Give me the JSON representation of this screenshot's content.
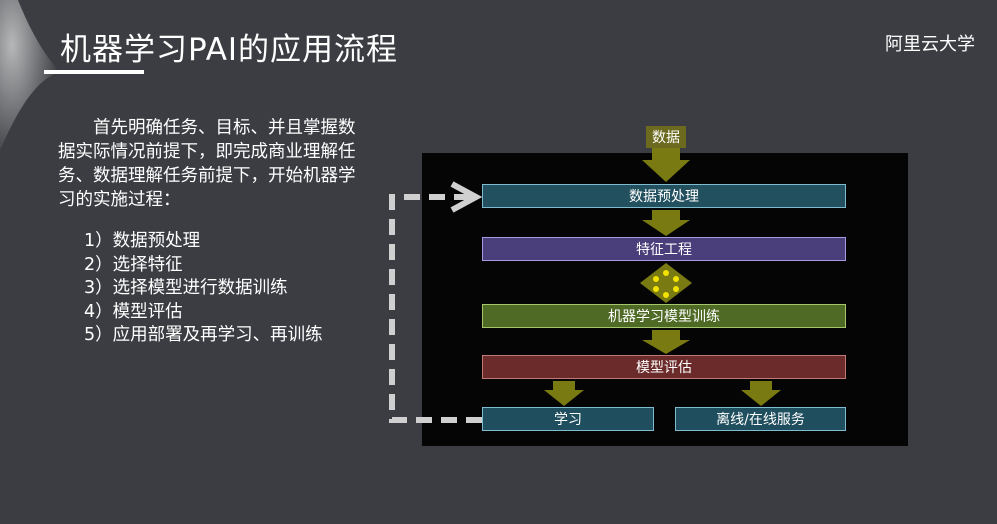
{
  "slide": {
    "title": "机器学习PAI的应用流程",
    "brand": "阿里云大学",
    "intro": "首先明确任务、目标、并且掌握数据实际情况前提下，即完成商业理解任务、数据理解任务前提下，开始机器学习的实施过程：",
    "steps": [
      "1）数据预处理",
      "2）选择特征",
      "3）选择模型进行数据训练",
      "4）模型评估",
      "5）应用部署及再学习、再训练"
    ]
  },
  "diagram": {
    "input_label": "数据",
    "nodes": {
      "preprocess": "数据预处理",
      "feature": "特征工程",
      "train": "机器学习模型训练",
      "evaluate": "模型评估",
      "learn": "学习",
      "serve": "离线/在线服务"
    },
    "colors": {
      "arrow": "#7a7a12",
      "panel": "#050505",
      "loop_arrow": "#d0d0d0"
    }
  }
}
